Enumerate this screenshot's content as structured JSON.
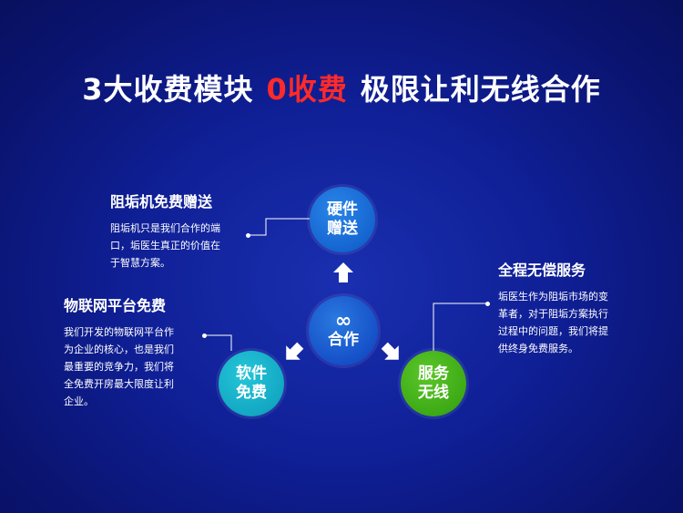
{
  "headline": {
    "part1": "3大收费模块",
    "highlight": "0收费",
    "part2": "极限让利无线合作"
  },
  "colors": {
    "background": "#0f1f95",
    "highlight": "#ff2a2a",
    "hardware_circle": "#1565d0",
    "center_circle": "#1550c8",
    "software_circle": "#13a8c4",
    "service_circle": "#3daa16"
  },
  "center": {
    "symbol": "∞",
    "label": "合作"
  },
  "circles": {
    "hardware": {
      "line1": "硬件",
      "line2": "赠送"
    },
    "software": {
      "line1": "软件",
      "line2": "免费"
    },
    "service": {
      "line1": "服务",
      "line2": "无线"
    }
  },
  "blocks": {
    "hardware": {
      "title": "阻垢机免费赠送",
      "lines": [
        "阻垢机只是我们合作的端",
        "口，垢医生真正的价值在",
        "于智慧方案。"
      ]
    },
    "software": {
      "title": "物联网平台免费",
      "lines": [
        "我们开发的物联网平台作",
        "为企业的核心，也是我们",
        "最重要的竞争力，我们将",
        "全免费开房最大限度让利",
        "企业。"
      ]
    },
    "service": {
      "title": "全程无偿服务",
      "lines": [
        "垢医生作为阻垢市场的变",
        "革者，对于阻垢方案执行",
        "过程中的问题，我们将提",
        "供终身免费服务。"
      ]
    }
  },
  "icons": {
    "arrow_up": "arrow-up-icon",
    "arrow_down_left": "arrow-down-left-icon",
    "arrow_down_right": "arrow-down-right-icon"
  }
}
